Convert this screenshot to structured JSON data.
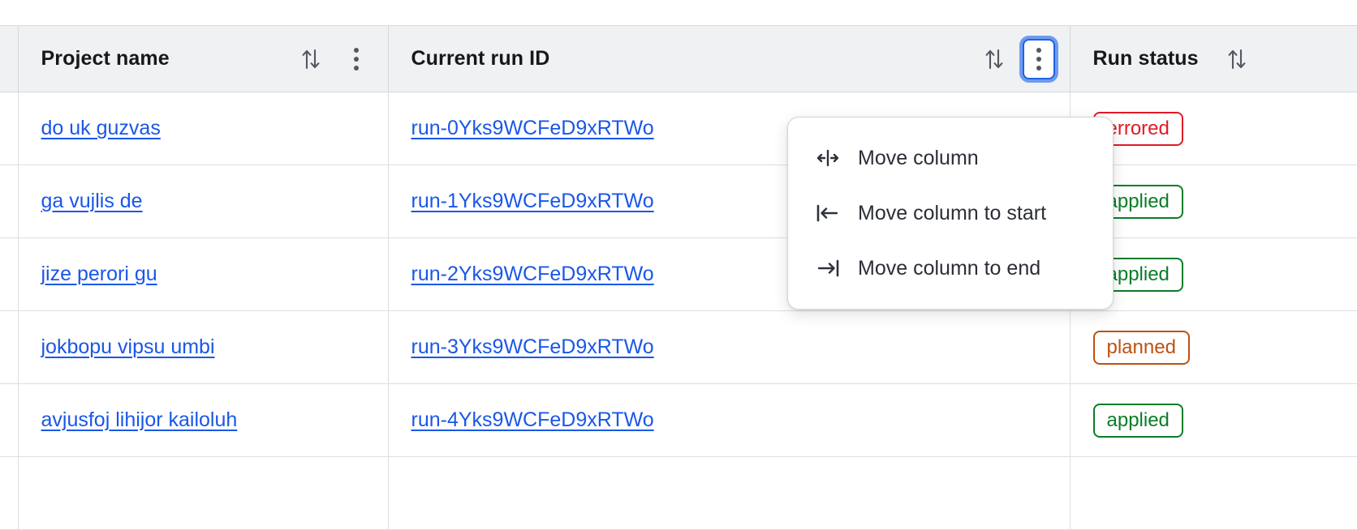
{
  "table": {
    "columns": [
      {
        "key": "project_name",
        "label": "Project name",
        "sort_icon": "sort-updown-icon",
        "menu_icon": "kebab-menu-icon",
        "has_menu": true,
        "menu_focused": false
      },
      {
        "key": "current_run_id",
        "label": "Current run ID",
        "sort_icon": "sort-updown-icon",
        "menu_icon": "kebab-menu-icon",
        "has_menu": true,
        "menu_focused": true
      },
      {
        "key": "run_status",
        "label": "Run status",
        "sort_icon": "sort-updown-icon",
        "has_menu": false,
        "menu_focused": false
      }
    ],
    "rows": [
      {
        "project_name": "do uk guzvas",
        "current_run_id": "run-0Yks9WCFeD9xRTWo",
        "run_status": "errored",
        "status_kind": "errored"
      },
      {
        "project_name": "ga vujlis de",
        "current_run_id": "run-1Yks9WCFeD9xRTWo",
        "run_status": "applied",
        "status_kind": "applied"
      },
      {
        "project_name": "jize perori gu",
        "current_run_id": "run-2Yks9WCFeD9xRTWo",
        "run_status": "applied",
        "status_kind": "applied"
      },
      {
        "project_name": "jokbopu vipsu umbi",
        "current_run_id": "run-3Yks9WCFeD9xRTWo",
        "run_status": "planned",
        "status_kind": "planned"
      },
      {
        "project_name": "avjusfoj lihijor kailoluh",
        "current_run_id": "run-4Yks9WCFeD9xRTWo",
        "run_status": "applied",
        "status_kind": "applied"
      },
      {
        "project_name": "",
        "current_run_id": "",
        "run_status": "",
        "status_kind": ""
      }
    ]
  },
  "column_menu": {
    "open_for_column": "Current run ID",
    "items": [
      {
        "label": "Move column",
        "icon": "move-column-icon"
      },
      {
        "label": "Move column to start",
        "icon": "move-column-to-start-icon"
      },
      {
        "label": "Move column to end",
        "icon": "move-column-to-end-icon"
      }
    ]
  },
  "colors": {
    "link": "#1a57e8",
    "focus_ring": "#6d9bf0",
    "focus_border": "#1f64e0",
    "header_bg": "#f0f1f3",
    "border": "#d6d9de",
    "status_errored": "#e01b24",
    "status_applied": "#0a7d28",
    "status_planned": "#c05010"
  }
}
